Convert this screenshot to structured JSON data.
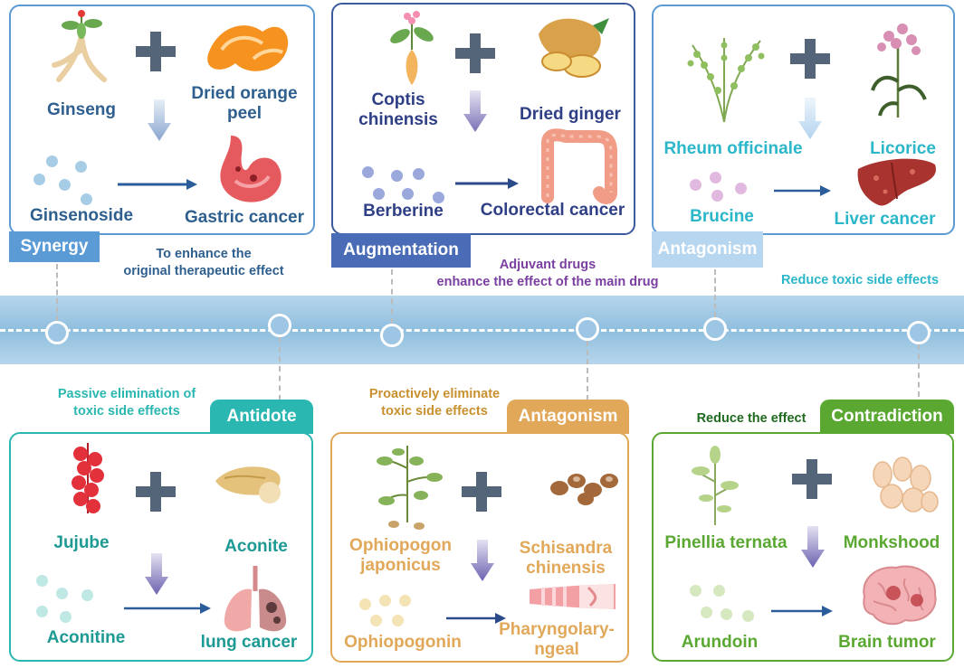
{
  "panels": {
    "synergy": {
      "tag": "Synergy",
      "herb1": "Ginseng",
      "herb2_line1": "Dried orange",
      "herb2_line2": "peel",
      "compound": "Ginsenoside",
      "disease": "Gastric cancer",
      "note_line1": "To enhance the",
      "note_line2": "original therapeutic effect",
      "color": "#5b9bd5"
    },
    "augmentation": {
      "tag": "Augmentation",
      "herb1_line1": "Coptis",
      "herb1_line2": "chinensis",
      "herb2": "Dried ginger",
      "compound": "Berberine",
      "disease": "Colorectal cancer",
      "note_line1": "Adjuvant drugs",
      "note_line2": "enhance the effect of the main drug",
      "color": "#3d5a9e"
    },
    "antagonism_top": {
      "tag": "Antagonism",
      "herb1": "Rheum officinale",
      "herb2": "Licorice",
      "compound": "Brucine",
      "disease": "Liver cancer",
      "note": "Reduce toxic side effects",
      "color": "#9dc3e6"
    },
    "antidote": {
      "tag": "Antidote",
      "herb1": "Jujube",
      "herb2": "Aconite",
      "compound": "Aconitine",
      "disease": "lung cancer",
      "note_line1": "Passive elimination of",
      "note_line2": "toxic side effects",
      "color": "#2bb7b1"
    },
    "antagonism_bottom": {
      "tag": "Antagonism",
      "herb1_line1": "Ophiopogon",
      "herb1_line2": "japonicus",
      "herb2_line1": "Schisandra",
      "herb2_line2": "chinensis",
      "compound": "Ophiopogonin",
      "disease_line1": "Pharyngolary-",
      "disease_line2": "ngeal",
      "note_line1": "Proactively eliminate",
      "note_line2": "toxic side effects",
      "color": "#e2a85a"
    },
    "contradiction": {
      "tag": "Contradiction",
      "herb1": "Pinellia ternata",
      "herb2": "Monkshood",
      "compound": "Arundoin",
      "disease": "Brain tumor",
      "note": "Reduce the effect",
      "color": "#5aa832"
    }
  },
  "icons": [
    "ginseng-icon",
    "orange-peel-icon",
    "stomach-icon",
    "coptis-icon",
    "ginger-icon",
    "colon-icon",
    "rheum-icon",
    "licorice-icon",
    "liver-icon",
    "jujube-icon",
    "aconite-icon",
    "lungs-icon",
    "ophiopogon-icon",
    "schisandra-icon",
    "pharynx-icon",
    "pinellia-icon",
    "monkshood-icon",
    "brain-icon"
  ]
}
